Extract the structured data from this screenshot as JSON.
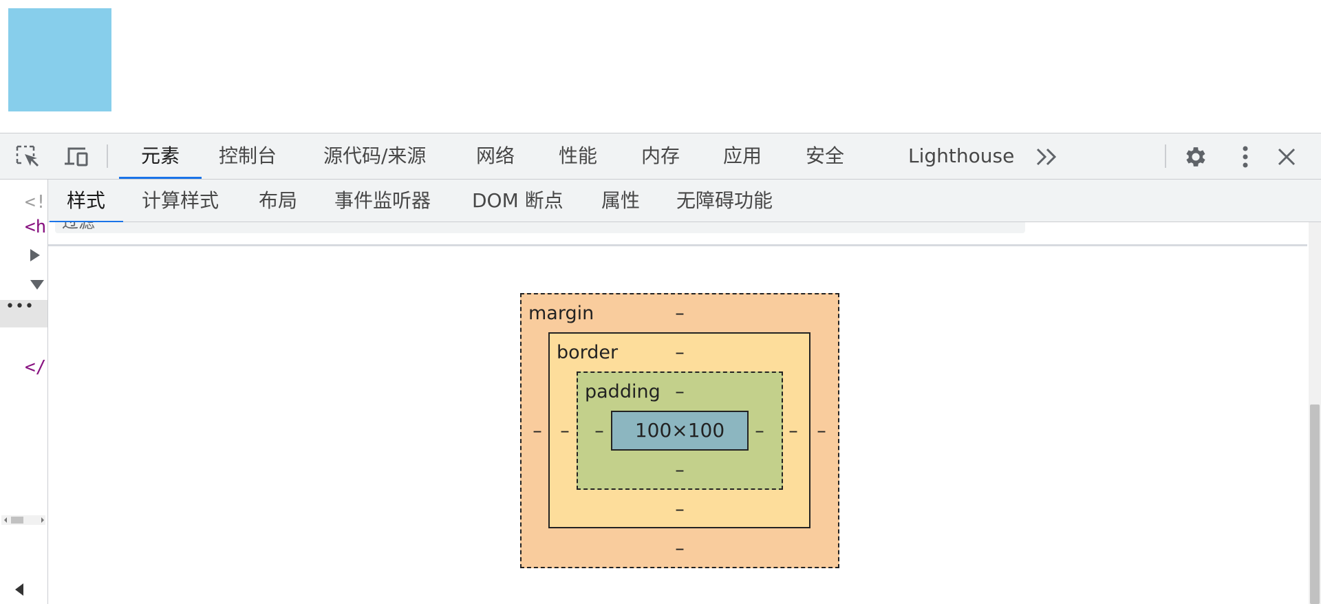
{
  "page": {
    "preview_color": "#87ceeb"
  },
  "toolbar": {
    "tabs": [
      {
        "label": "元素"
      },
      {
        "label": "控制台"
      },
      {
        "label": "源代码/来源"
      },
      {
        "label": "网络"
      },
      {
        "label": "性能"
      },
      {
        "label": "内存"
      },
      {
        "label": "应用"
      },
      {
        "label": "安全"
      },
      {
        "label": "Lighthouse"
      }
    ],
    "active_tab": "元素",
    "icons": [
      "inspect-element-icon",
      "device-toolbar-icon",
      "more-tabs-icon",
      "settings-gear-icon",
      "kebab-menu-icon",
      "close-icon"
    ]
  },
  "elements_panel": {
    "lines": [
      "<!",
      "<h",
      "</"
    ],
    "selected_dots": "•••"
  },
  "sub_tabs": {
    "tabs": [
      {
        "label": "样式"
      },
      {
        "label": "计算样式"
      },
      {
        "label": "布局"
      },
      {
        "label": "事件监听器"
      },
      {
        "label": "DOM 断点"
      },
      {
        "label": "属性"
      },
      {
        "label": "无障碍功能"
      }
    ],
    "active_tab": "样式"
  },
  "filter": {
    "placeholder": "过滤"
  },
  "box_model": {
    "margin_label": "margin",
    "border_label": "border",
    "padding_label": "padding",
    "content_size": "100×100",
    "empty_value": "–",
    "colors": {
      "margin": "#f9cc9d",
      "border": "#fddd9b",
      "padding": "#c3d08b",
      "content": "#8cb6c0"
    }
  },
  "accent_color": "#1a73e8"
}
